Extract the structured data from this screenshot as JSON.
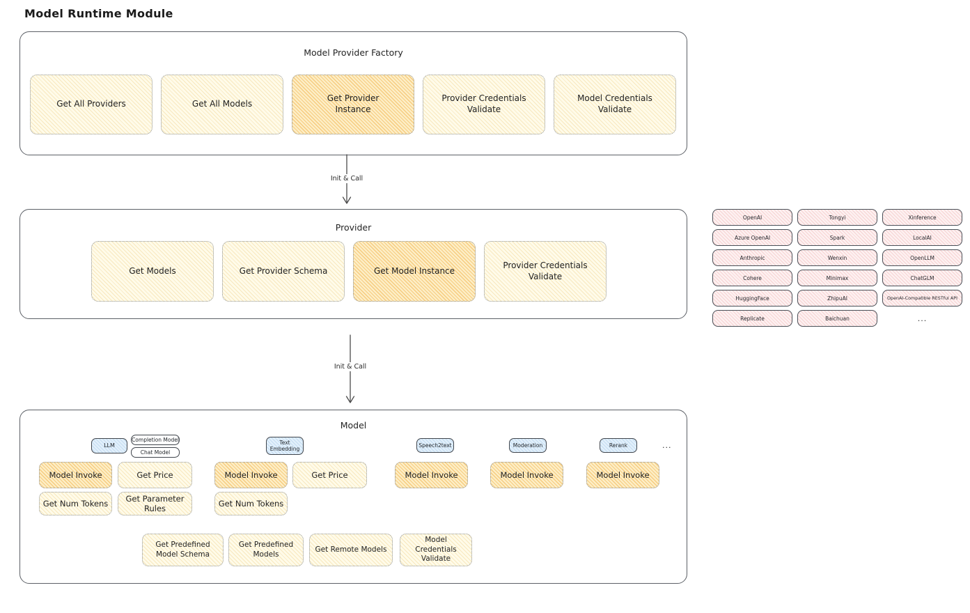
{
  "diagram_title": "Model Runtime Module",
  "factory": {
    "title": "Model Provider Factory",
    "boxes": [
      {
        "label": "Get All Providers",
        "highlighted": false
      },
      {
        "label": "Get All Models",
        "highlighted": false
      },
      {
        "label": "Get Provider Instance",
        "highlighted": true
      },
      {
        "label": "Provider Credentials Validate",
        "highlighted": false
      },
      {
        "label": "Model Credentials Validate",
        "highlighted": false
      }
    ]
  },
  "arrow1": {
    "label": "Init & Call"
  },
  "provider": {
    "title": "Provider",
    "boxes": [
      {
        "label": "Get Models",
        "highlighted": false
      },
      {
        "label": "Get Provider Schema",
        "highlighted": false
      },
      {
        "label": "Get Model Instance",
        "highlighted": true
      },
      {
        "label": "Provider Credentials Validate",
        "highlighted": false
      }
    ]
  },
  "providers_list": {
    "items": [
      "OpenAI",
      "Tongyi",
      "Xinference",
      "Azure OpenAI",
      "Spark",
      "LocalAI",
      "Anthropic",
      "Wenxin",
      "OpenLLM",
      "Cohere",
      "Minimax",
      "ChatGLM",
      "HuggingFace",
      "ZhipuAI",
      "OpenAI-Compatible RESTful API",
      "Replicate",
      "Baichuan"
    ],
    "more": "..."
  },
  "arrow2": {
    "label": "Init & Call"
  },
  "model": {
    "title": "Model",
    "groups": [
      {
        "tab": "LLM",
        "sub_tabs": [
          "Completion Model",
          "Chat Model"
        ],
        "boxes": [
          "Model Invoke",
          "Get Price",
          "Get Num Tokens",
          "Get Parameter Rules"
        ]
      },
      {
        "tab": "Text Embedding",
        "boxes": [
          "Model Invoke",
          "Get Price",
          "Get Num Tokens"
        ]
      },
      {
        "tab": "Speech2text",
        "boxes": [
          "Model Invoke"
        ]
      },
      {
        "tab": "Moderation",
        "boxes": [
          "Model Invoke"
        ]
      },
      {
        "tab": "Rerank",
        "boxes": [
          "Model Invoke"
        ]
      }
    ],
    "more": "...",
    "shared_boxes": [
      "Get Predefined Model Schema",
      "Get Predefined Models",
      "Get Remote Models",
      "Model Credentials Validate"
    ]
  },
  "colors": {
    "node_yellow_fill": "#FFFBE9",
    "node_yellow_hatch": "#E9C46A",
    "node_highlight_fill": "#FDEEC6",
    "node_highlight_hatch": "#EFA838",
    "provider_pink_fill": "#FDF1F1",
    "provider_pink_hatch": "#E98A8A",
    "tab_blue_fill": "#E2F0FB",
    "tab_blue_hatch": "#76A8D8",
    "stroke_dark": "#40454C",
    "stroke_container": "#5C6066",
    "stroke_dotted": "#8F9499",
    "text": "#1F1F1F"
  }
}
